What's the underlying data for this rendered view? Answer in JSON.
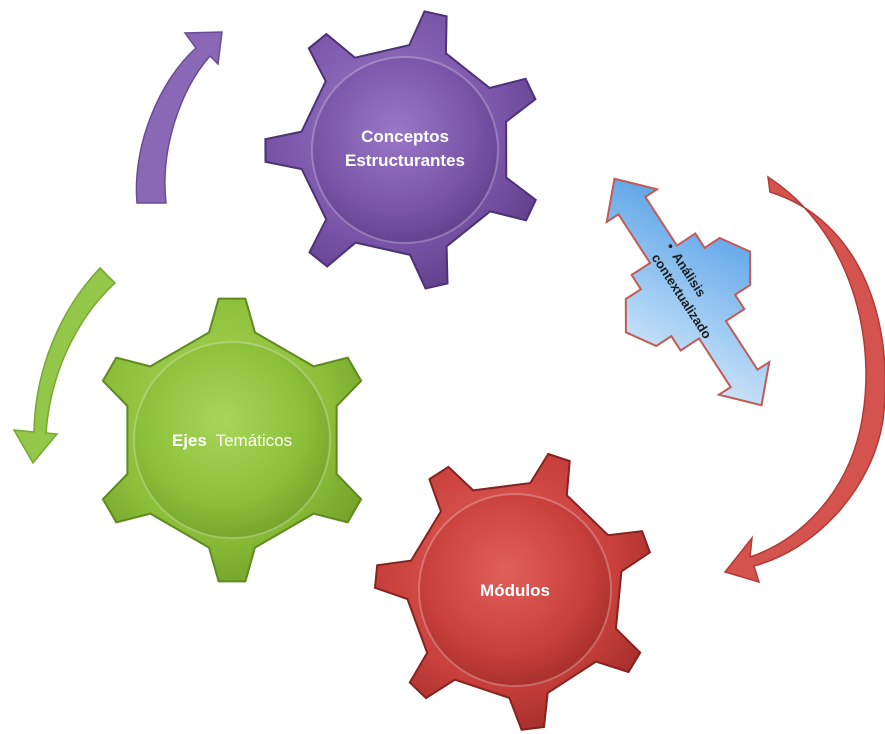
{
  "colors": {
    "purple": "#7a55a8",
    "green": "#8cbf3a",
    "red": "#c9403d",
    "blue": "#5fa8e8"
  },
  "gears": {
    "conceptos": {
      "line1": "Conceptos",
      "line2": "Estructurantes"
    },
    "ejes": {
      "bold": "Ejes",
      "normal": "Temáticos"
    },
    "modulos": {
      "label": "Módulos"
    }
  },
  "callout": {
    "bullet": "•",
    "line1": "Análisis",
    "line2": "contextualizado"
  }
}
